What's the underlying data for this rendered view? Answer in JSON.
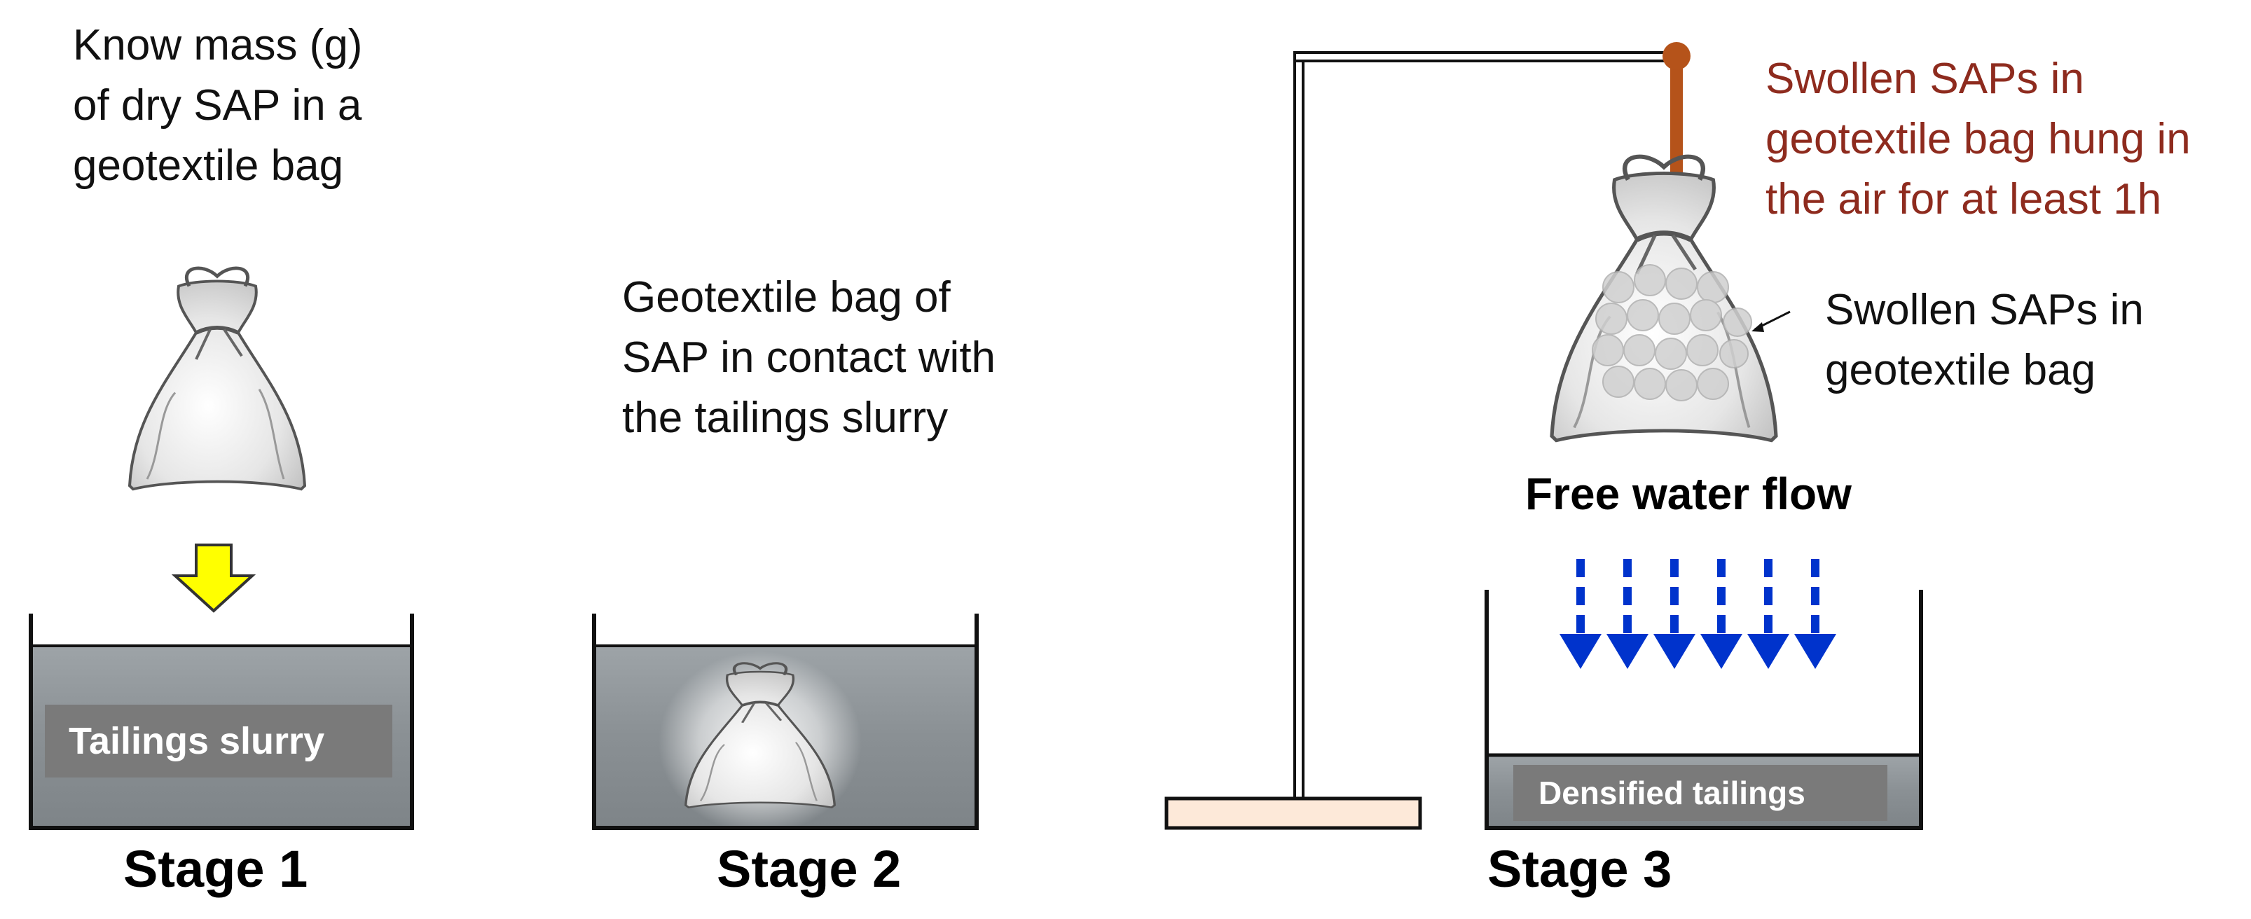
{
  "stage1": {
    "description": [
      "Know mass (g)",
      "of dry SAP in a",
      "geotextile bag"
    ],
    "container_label": "Tailings slurry",
    "stage_label": "Stage 1"
  },
  "stage2": {
    "description": [
      "Geotextile bag of",
      "SAP in contact with",
      "the tailings slurry"
    ],
    "stage_label": "Stage 2"
  },
  "stage3": {
    "hung_note": [
      "Swollen SAPs in",
      "geotextile bag hung in",
      "the air for at least 1h"
    ],
    "bag_label": [
      "Swollen SAPs in",
      "geotextile bag"
    ],
    "flow_label": "Free water flow",
    "container_label": "Densified tailings",
    "stage_label": "Stage 3"
  },
  "colors": {
    "arrow_yellow": "#ffff00",
    "flow_arrows": "#0033cc",
    "hook_rod": "#b5531a",
    "hung_note_text": "#8e2b1e",
    "stand_base": "#fde9d9",
    "slurry": "#8a9094"
  },
  "icons": [
    "geotextile-bag-icon",
    "down-arrow-icon",
    "stand-icon"
  ]
}
